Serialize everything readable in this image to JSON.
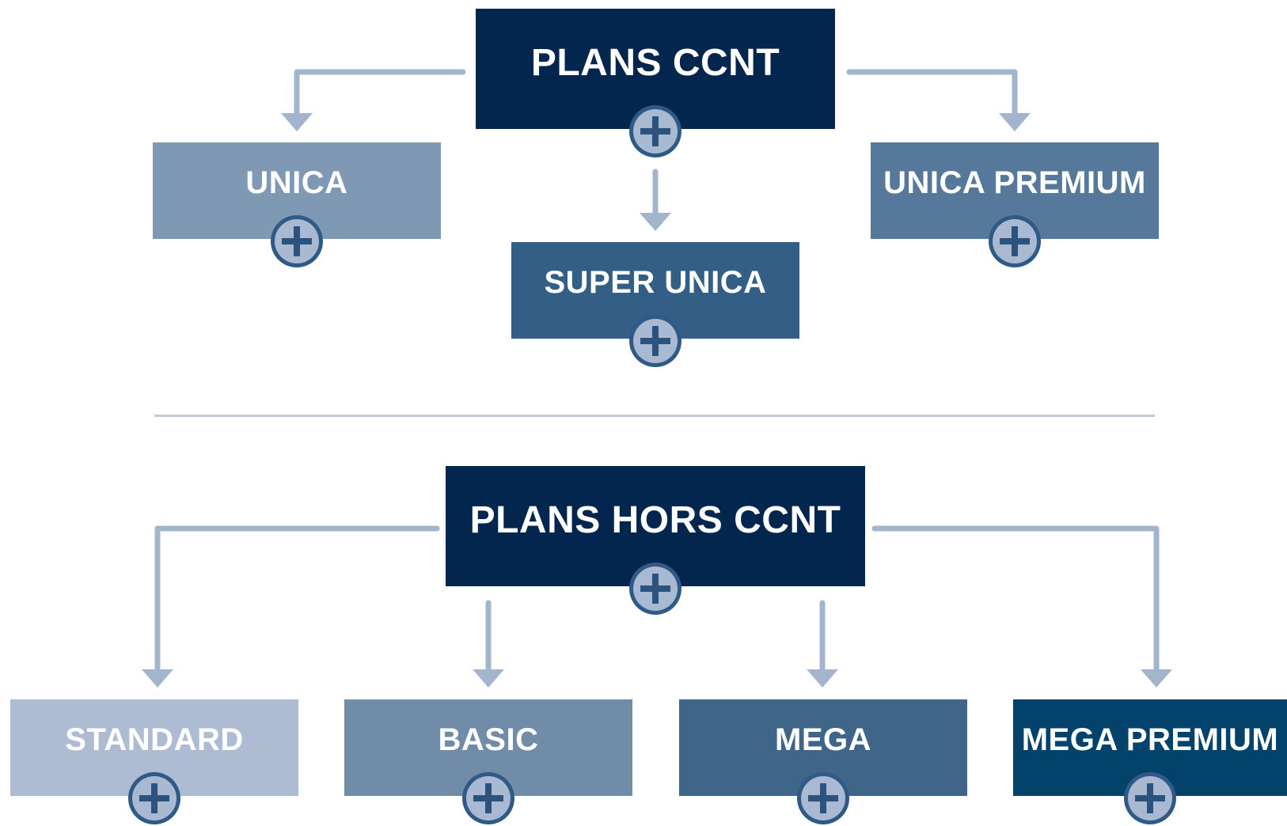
{
  "colors": {
    "connector": "#a3b5cd",
    "divider": "#bccbdc",
    "plus_fill": "#a9b9d1",
    "plus_ring": "#2f5a86",
    "plus_cross": "#2b537d"
  },
  "icons": {
    "expand": "plus-circle-icon",
    "connector": "arrow-down-icon"
  },
  "ccnt": {
    "root": {
      "label": "PLANS CCNT",
      "color": "#03264e"
    },
    "children": [
      {
        "label": "UNICA",
        "color": "#7f98b4"
      },
      {
        "label": "SUPER UNICA",
        "color": "#335f86"
      },
      {
        "label": "UNICA PREMIUM",
        "color": "#56789b"
      }
    ]
  },
  "hors_ccnt": {
    "root": {
      "label": "PLANS HORS CCNT",
      "color": "#03264e"
    },
    "children": [
      {
        "label": "STANDARD",
        "color": "#adbcd3"
      },
      {
        "label": "BASIC",
        "color": "#718ca9"
      },
      {
        "label": "MEGA",
        "color": "#3f6589"
      },
      {
        "label": "MEGA PREMIUM",
        "color": "#03426a"
      }
    ]
  }
}
